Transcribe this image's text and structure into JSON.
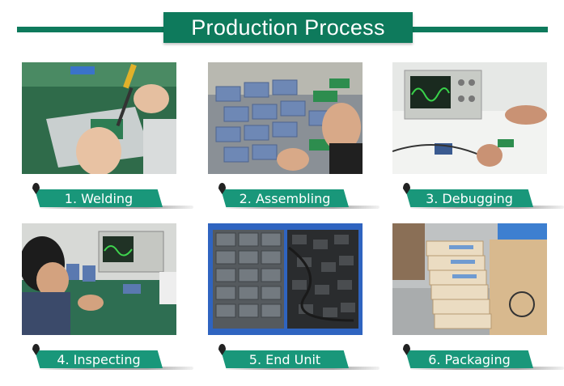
{
  "title": "Production Process",
  "colors": {
    "brand_green": "#0e7a5c",
    "label_green": "#19977a"
  },
  "steps": [
    {
      "label": "1. Welding",
      "photo": "worker soldering a circuit board"
    },
    {
      "label": "2. Assembling",
      "photo": "rows of modules being assembled"
    },
    {
      "label": "3. Debugging",
      "photo": "oscilloscope test bench"
    },
    {
      "label": "4. Inspecting",
      "photo": "technician inspecting units"
    },
    {
      "label": "5. End Unit",
      "photo": "bins of finished units"
    },
    {
      "label": "6. Packaging",
      "photo": "stacks of packaged boxes"
    }
  ]
}
